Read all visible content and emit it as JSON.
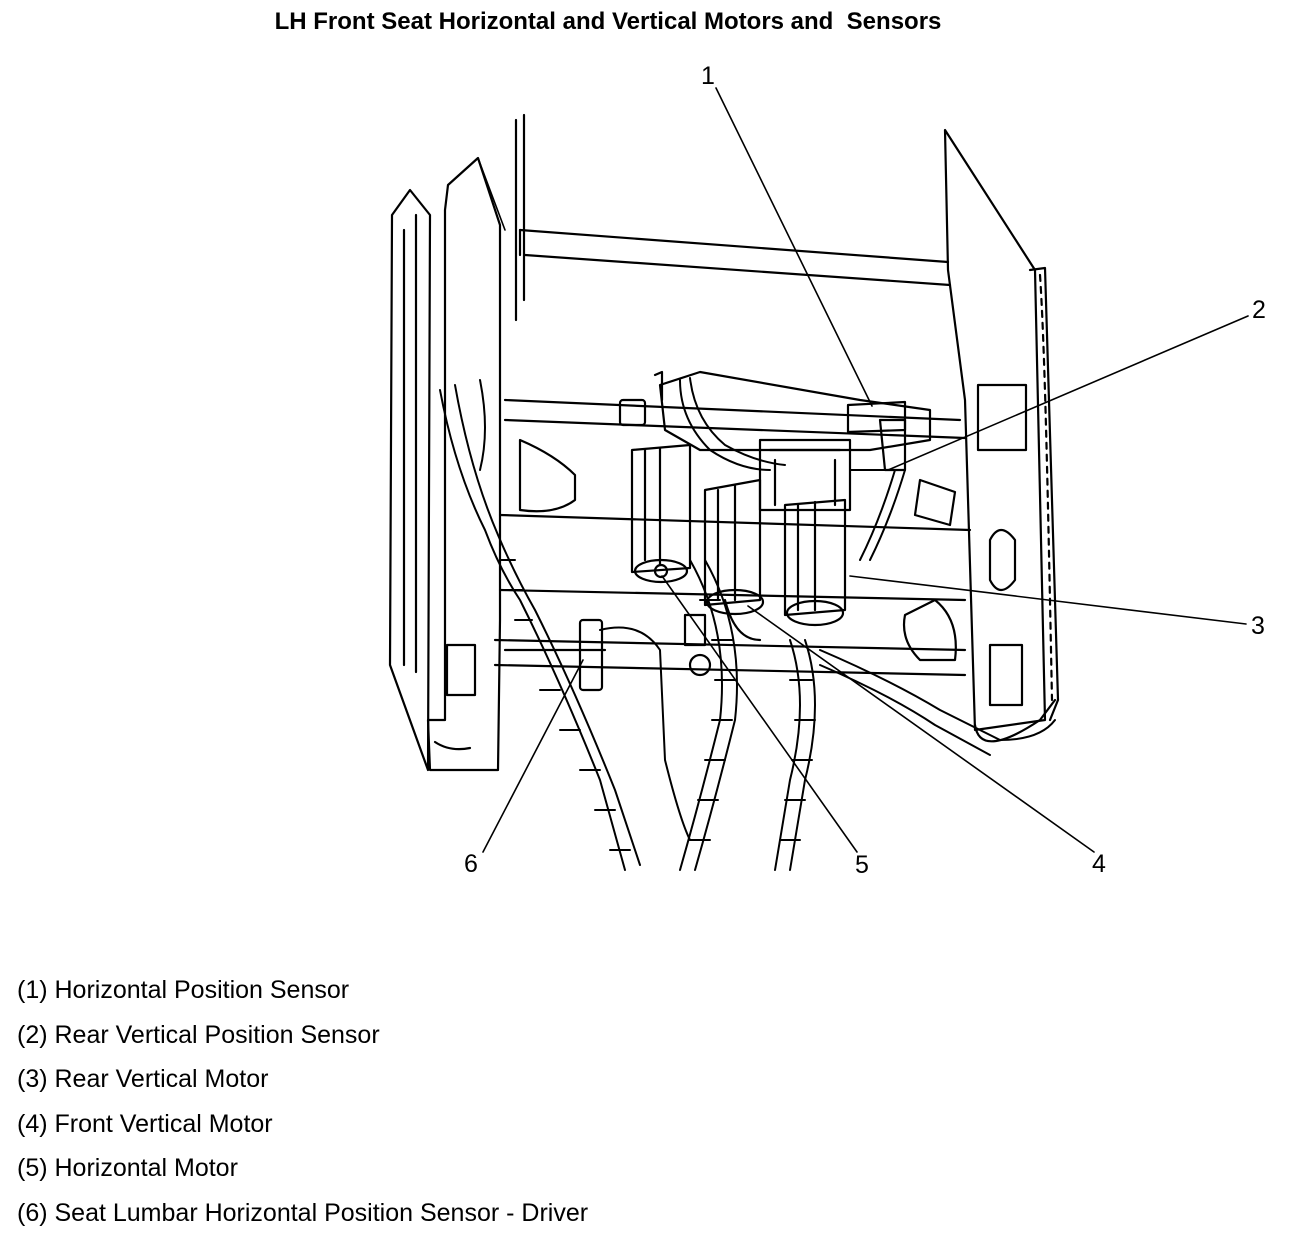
{
  "title": "LH Front Seat Horizontal and Vertical Motors and  Sensors",
  "callouts": [
    "1",
    "2",
    "3",
    "4",
    "5",
    "6"
  ],
  "legend": [
    "(1) Horizontal Position Sensor",
    "(2) Rear Vertical Position Sensor",
    "(3) Rear Vertical Motor",
    "(4) Front Vertical Motor",
    "(5) Horizontal Motor",
    "(6) Seat Lumbar Horizontal Position Sensor - Driver"
  ]
}
